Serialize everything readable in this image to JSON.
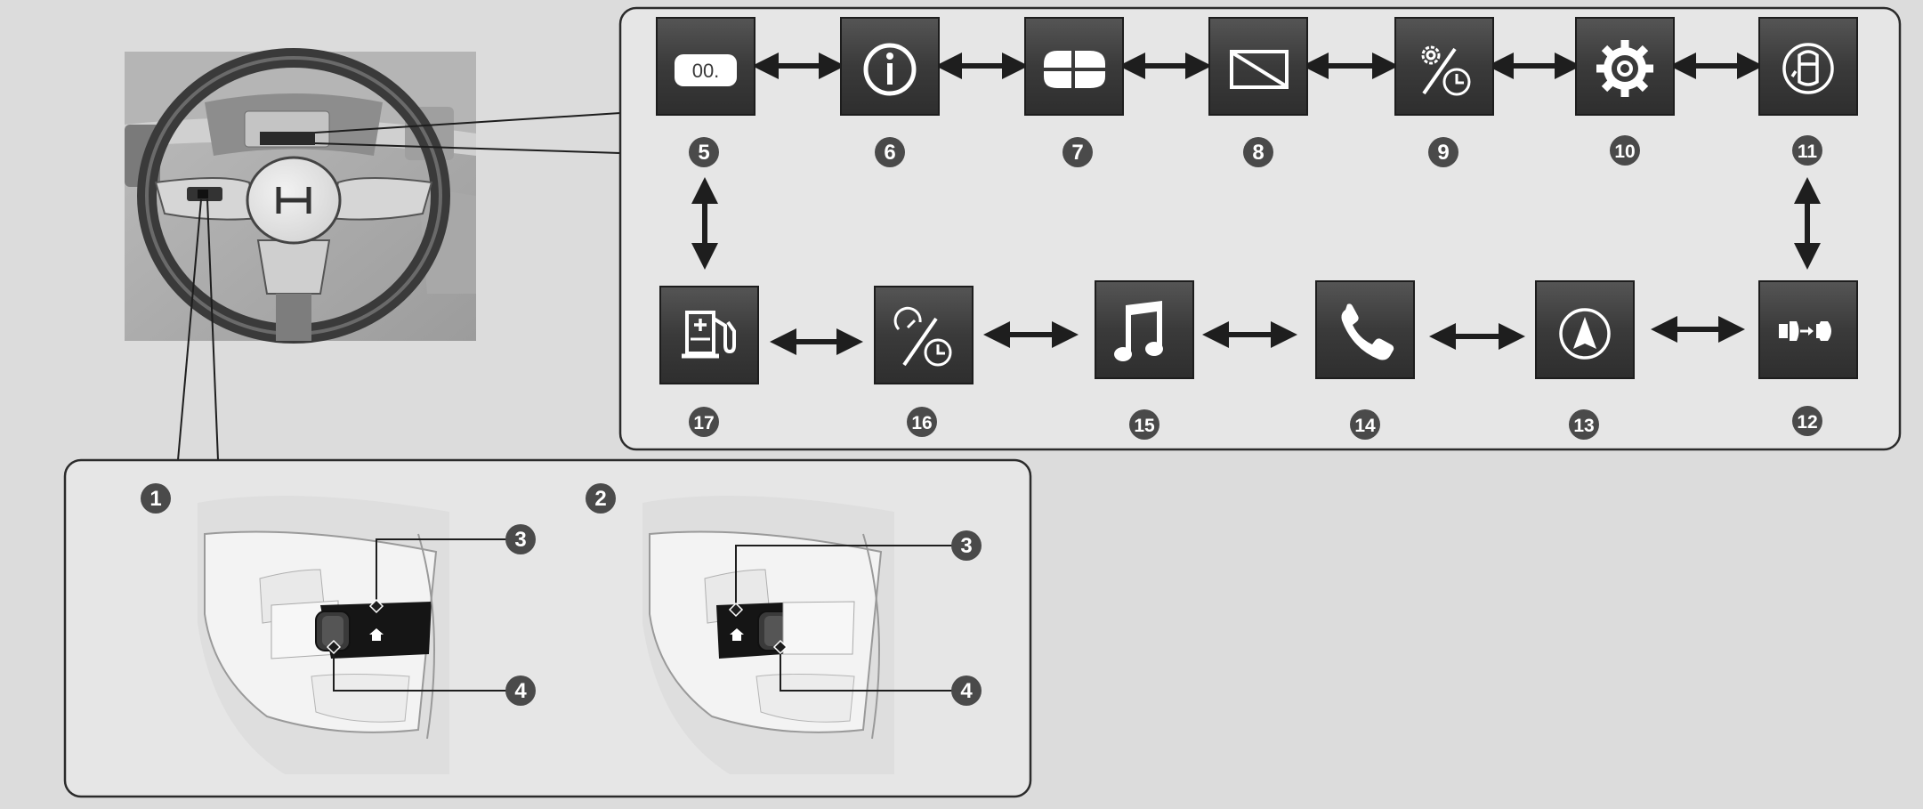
{
  "colors": {
    "background": "#dcdcdc",
    "panel_fill": "#e6e6e6",
    "panel_border": "#2b2b2b",
    "icon_tile": "#3b3b3b",
    "icon_glyph": "#ffffff",
    "callout_circle": "#4a4a4a",
    "arrow": "#1e1e1e"
  },
  "steering_overview": {
    "description_icon": "steering-wheel-dashboard-photo"
  },
  "display_screens": [
    {
      "number": "5",
      "icon": "odometer-display-icon",
      "icon_text": "00."
    },
    {
      "number": "6",
      "icon": "information-icon"
    },
    {
      "number": "7",
      "icon": "multi-panel-display-icon"
    },
    {
      "number": "8",
      "icon": "blank-screen-icon"
    },
    {
      "number": "9",
      "icon": "settings-timer-icon"
    },
    {
      "number": "10",
      "icon": "gear-icon"
    },
    {
      "number": "11",
      "icon": "vehicle-door-icon"
    },
    {
      "number": "12",
      "icon": "headlight-icon"
    },
    {
      "number": "13",
      "icon": "navigation-compass-icon"
    },
    {
      "number": "14",
      "icon": "phone-icon"
    },
    {
      "number": "15",
      "icon": "music-note-icon"
    },
    {
      "number": "16",
      "icon": "speed-timer-icon"
    },
    {
      "number": "17",
      "icon": "fuel-pump-icon"
    }
  ],
  "controls": {
    "left_variant_number": "1",
    "right_variant_number": "2",
    "home_button_number": "3",
    "thumb_wheel_number": "4"
  }
}
